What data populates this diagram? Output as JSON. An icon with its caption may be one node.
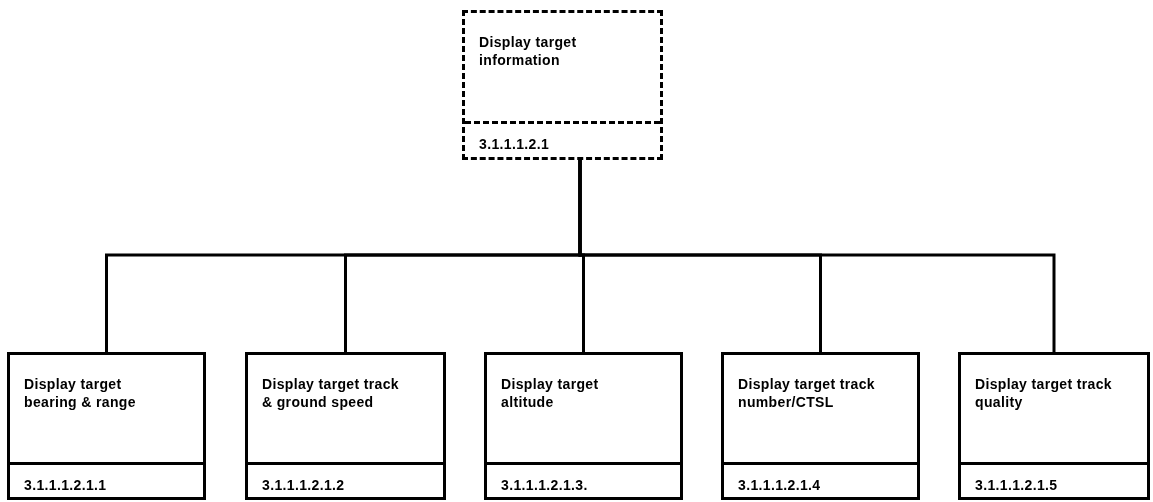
{
  "diagram": {
    "nodes": [
      {
        "text": [
          "Display target information",
          "3.1.1.1.2.1"
        ]
      },
      {
        "text": [
          "Display target bearing & range",
          "3.1.1.1.2.1.1"
        ]
      },
      {
        "text": [
          "Display target track & ground speed",
          "3.1.1.1.2.1.2"
        ]
      },
      {
        "text": [
          "Display target altitude",
          "3.1.1.1.2.1.3."
        ]
      },
      {
        "text": [
          "Display target track number/CTSL",
          "3.1.1.1.2.1.4"
        ]
      },
      {
        "text": [
          "Display target track quality",
          "3.1.1.1.2.1.5"
        ]
      }
    ],
    "edges": [
      {
        "from": 0,
        "to": 1,
        "arrow": "none"
      },
      {
        "from": 0,
        "to": 2,
        "arrow": "none"
      },
      {
        "from": 0,
        "to": 3,
        "arrow": "none"
      },
      {
        "from": 0,
        "to": 4,
        "arrow": "none"
      },
      {
        "from": 0,
        "to": 5,
        "arrow": "none"
      }
    ]
  }
}
